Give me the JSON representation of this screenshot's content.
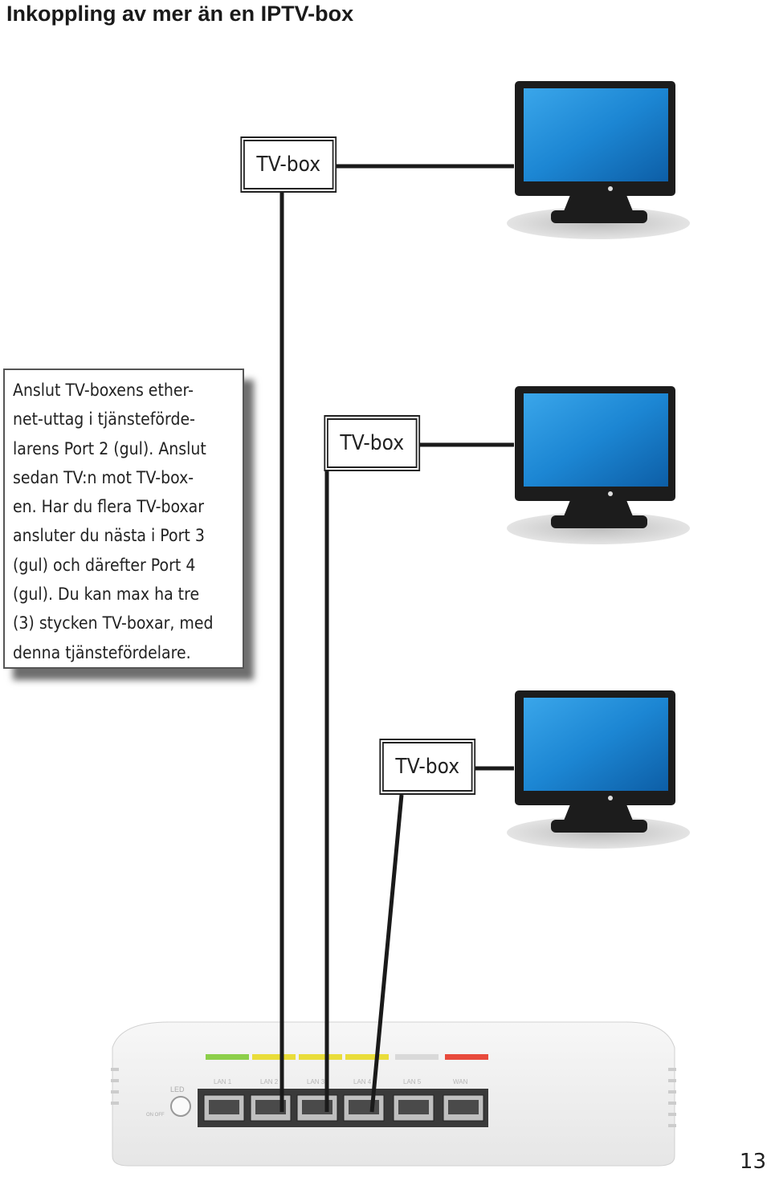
{
  "title": "Inkoppling av mer än en IPTV-box",
  "info_text": "Anslut TV-boxens ether-\nnet-uttag i tjänsteförde-\nlarens Port 2 (gul). Anslut\nsedan TV:n mot TV-box-\nen. Har du flera TV-boxar\nansluter du nästa i Port 3\n(gul) och därefter Port 4\n(gul). Du kan max ha tre\n(3) stycken TV-boxar, med\ndenna tjänstefördelare.",
  "tv_boxes": [
    {
      "label": "TV-box"
    },
    {
      "label": "TV-box"
    },
    {
      "label": "TV-box"
    }
  ],
  "router": {
    "led_label": "LED",
    "led_sub": "ON OFF",
    "port_labels": [
      "LAN 1",
      "LAN 2",
      "LAN 3",
      "LAN 4",
      "LAN 5",
      "WAN"
    ],
    "port_sticker_colors": [
      "#8ccf4a",
      "#e9dd3a",
      "#e9dd3a",
      "#e9dd3a",
      "#d9d9d9",
      "#e84a3c"
    ]
  },
  "colors": {
    "screen": "#1f88d6",
    "bezel": "#1c1c1c",
    "cable": "#1a1a1a"
  },
  "page_number": "13"
}
